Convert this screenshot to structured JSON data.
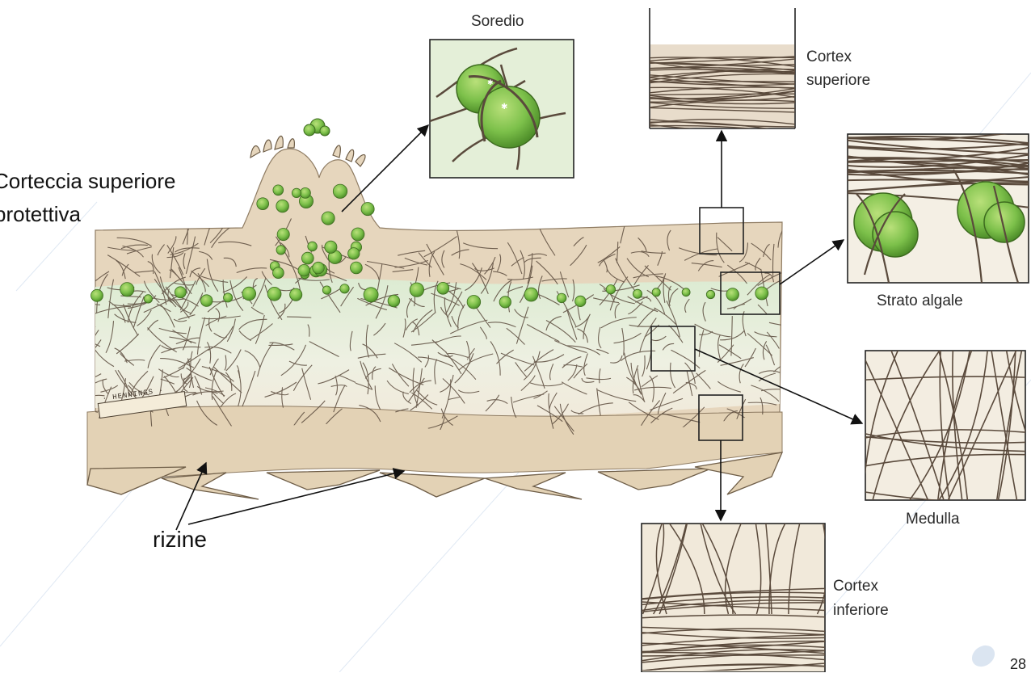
{
  "labels": {
    "soredio": "Soredio",
    "cortex_superiore_1": "Cortex",
    "cortex_superiore_2": "superiore",
    "corteccia_1": "Corteccia superiore",
    "corteccia_2": "protettiva",
    "strato_algale": "Strato algale",
    "medulla": "Medulla",
    "cortex_inferiore_1": "Cortex",
    "cortex_inferiore_2": "inferiore",
    "rizine": "rizine",
    "artist_signature": "· HENNINGS ·",
    "page_number": "28"
  },
  "colors": {
    "cortex_tan": "#e6d6bd",
    "algal_green": "#7cc04a",
    "medulla_fill": "#eef0e2",
    "hyphae_stroke": "#5a4a3c",
    "arrow": "#111111",
    "watermark": "#9bb6d9"
  }
}
